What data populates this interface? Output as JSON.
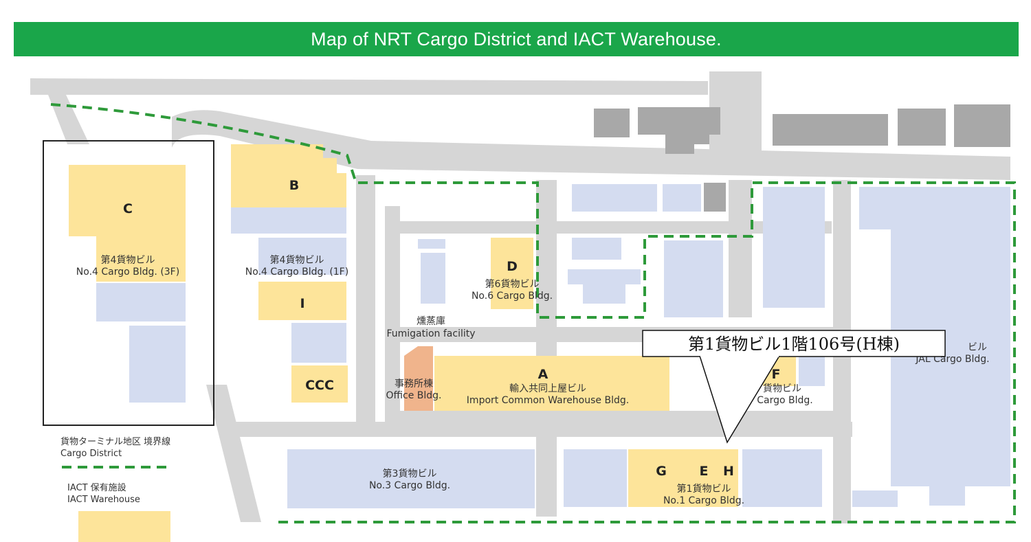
{
  "title": "Map of NRT Cargo District and IACT Warehouse.",
  "colors": {
    "title_bar": "#1aa64a",
    "iact_warehouse": "#fde49a",
    "other_building": "#d4dcf0",
    "road": "#d6d6d6",
    "dark_building": "#a8a8a8",
    "office_building": "#f0b48c",
    "district_boundary": "#2e9a3a"
  },
  "buildings": {
    "c": {
      "letter": "C",
      "name_jp": "第4貨物ビル",
      "name_en": "No.4 Cargo Bldg. (3F)"
    },
    "b": {
      "letter": "B"
    },
    "no4_1f": {
      "name_jp": "第4貨物ビル",
      "name_en": "No.4 Cargo Bldg. (1F)"
    },
    "i": {
      "letter": "I"
    },
    "ccc": {
      "letter": "CCC"
    },
    "d": {
      "letter": "D",
      "name_jp": "第6貨物ビル",
      "name_en": "No.6 Cargo Bldg."
    },
    "fumigation": {
      "name_jp": "燻蒸庫",
      "name_en": "Fumigation facility"
    },
    "office": {
      "name_jp": "事務所棟",
      "name_en": "Office Bldg."
    },
    "a": {
      "letter": "A",
      "name_jp": "輸入共同上屋ビル",
      "name_en": "Import Common Warehouse Bldg."
    },
    "f": {
      "letter": "F",
      "name_jp_partial": "貨物ビル",
      "name_en_partial": "Cargo Bldg."
    },
    "jal": {
      "name_jp_partial": "ビル",
      "name_en_partial": "JAL Cargo Bldg."
    },
    "no3": {
      "name_jp": "第3貨物ビル",
      "name_en": "No.3 Cargo Bldg."
    },
    "no1": {
      "name_jp": "第1貨物ビル",
      "name_en": "No.1 Cargo Bldg.",
      "letters": [
        "G",
        "E",
        "H"
      ]
    }
  },
  "callout": {
    "text": "第1貨物ビル1階106号(H棟)"
  },
  "legend": {
    "district_jp": "貨物ターミナル地区 境界線",
    "district_en": "Cargo District",
    "warehouse_jp": "IACT 保有施設",
    "warehouse_en": "IACT Warehouse"
  }
}
